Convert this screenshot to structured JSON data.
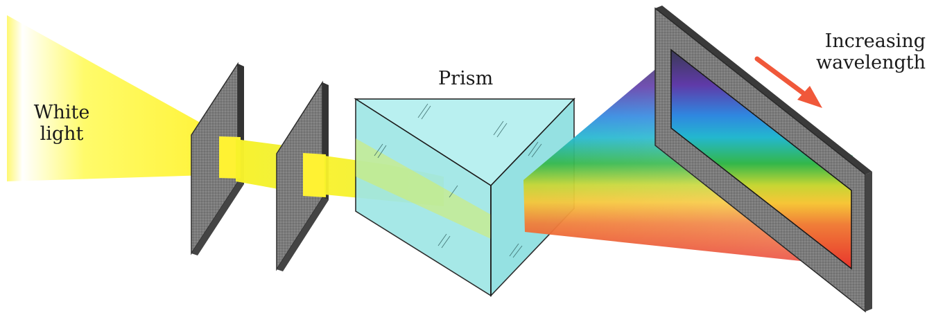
{
  "labels": {
    "white_light": [
      "White",
      "light"
    ],
    "prism": "Prism",
    "wavelength": [
      "Increasing",
      "wavelength"
    ]
  },
  "colors": {
    "light_beam": "#ffff33",
    "slit_panel": "#7a7a7a",
    "prism_glass": "#a6ecec",
    "arrow": "#f0583a",
    "screen_frame": "#7c7c7c"
  },
  "icons": {
    "arrow": "red-arrow-icon"
  }
}
